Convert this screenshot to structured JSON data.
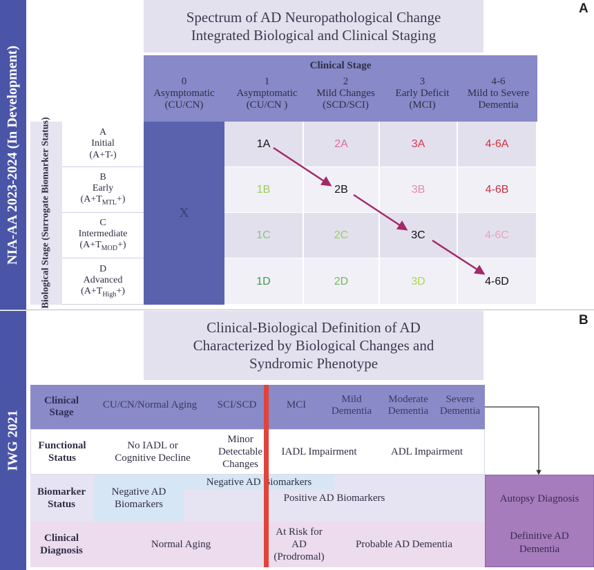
{
  "corner_a": "A",
  "corner_b": "B",
  "band_top": "NIA-AA 2023-2024  (In Development)",
  "band_bottom": "IWG 2021",
  "part_a": {
    "title": "Spectrum of AD Neuropathological Change\nIntegrated Biological and Clinical Staging",
    "clinical_stage_title": "Clinical Stage",
    "stages": [
      {
        "num": "0",
        "label": "Asymptomatic\n(CU/CN)"
      },
      {
        "num": "1",
        "label": "Asymptomatic\n(CU/CN )"
      },
      {
        "num": "2",
        "label": "Mild Changes\n(SCD/SCI)"
      },
      {
        "num": "3",
        "label": "Early Deficit\n(MCI)"
      },
      {
        "num": "4-6",
        "label": "Mild to Severe\nDementia"
      }
    ],
    "bio_stage_label": "Biological Stage\n(Surrogate Biomarker Status)",
    "bio_stages": [
      {
        "letter": "A",
        "name": "Initial",
        "pre": "(A+T-)",
        "sub": "",
        "post": ""
      },
      {
        "letter": "B",
        "name": "Early",
        "pre": "(A+T",
        "sub": "MTL",
        "post": "+)"
      },
      {
        "letter": "C",
        "name": "Intermediate",
        "pre": "(A+T",
        "sub": "MOD",
        "post": "+)"
      },
      {
        "letter": "D",
        "name": "Advanced",
        "pre": "(A+T",
        "sub": "High",
        "post": "+)"
      }
    ],
    "x_label": "X",
    "grid": [
      [
        {
          "text": "1A",
          "color": "#111111"
        },
        {
          "text": "2A",
          "color": "#de6a9a"
        },
        {
          "text": "3A",
          "color": "#d63a52"
        },
        {
          "text": "4-6A",
          "color": "#d02f3e"
        }
      ],
      [
        {
          "text": "1B",
          "color": "#9ccc5a"
        },
        {
          "text": "2B",
          "color": "#111111"
        },
        {
          "text": "3B",
          "color": "#e08aa8"
        },
        {
          "text": "4-6B",
          "color": "#c83040"
        }
      ],
      [
        {
          "text": "1C",
          "color": "#86c47a"
        },
        {
          "text": "2C",
          "color": "#9ccc5a"
        },
        {
          "text": "3C",
          "color": "#111111"
        },
        {
          "text": "4-6C",
          "color": "#e8a2bc"
        }
      ],
      [
        {
          "text": "1D",
          "color": "#3f9a48"
        },
        {
          "text": "2D",
          "color": "#6dba5e"
        },
        {
          "text": "3D",
          "color": "#a9d64f"
        },
        {
          "text": "4-6D",
          "color": "#111111"
        }
      ]
    ],
    "row_colors": [
      "#e3e0ee",
      "#f1f0f7",
      "#e3e0ee",
      "#f1f0f7"
    ],
    "arrow_color": "#a22a6a"
  },
  "part_b": {
    "title": "Clinical-Biological Definition of AD\nCharacterized by Biological Changes and\nSyndromic Phenotype",
    "clinical_stage": {
      "label": "Clinical\nStage",
      "items": [
        "CU/CN/Normal Aging",
        "SCI/SCD",
        "MCI",
        "Mild\nDementia",
        "Moderate\nDementia",
        "Severe\nDementia"
      ]
    },
    "functional_status": {
      "label": "Functional\nStatus",
      "items": [
        "No IADL or\nCognitive Decline",
        "Minor\nDetectable\nChanges",
        "IADL Impairment",
        "ADL Impairment"
      ]
    },
    "biomarker_status": {
      "label": "Biomarker\nStatus",
      "negative_wide": "Negative AD Biomarkers",
      "negative": "Negative AD\nBiomarkers",
      "positive": "Positive AD Biomarkers"
    },
    "clinical_diagnosis": {
      "label": "Clinical\nDiagnosis",
      "normal": "Normal Aging",
      "at_risk": "At Risk for\nAD\n(Prodromal)",
      "probable": "Probable AD Dementia"
    },
    "autopsy": "Autopsy Diagnosis",
    "definitive": "Definitive AD\nDementia"
  }
}
